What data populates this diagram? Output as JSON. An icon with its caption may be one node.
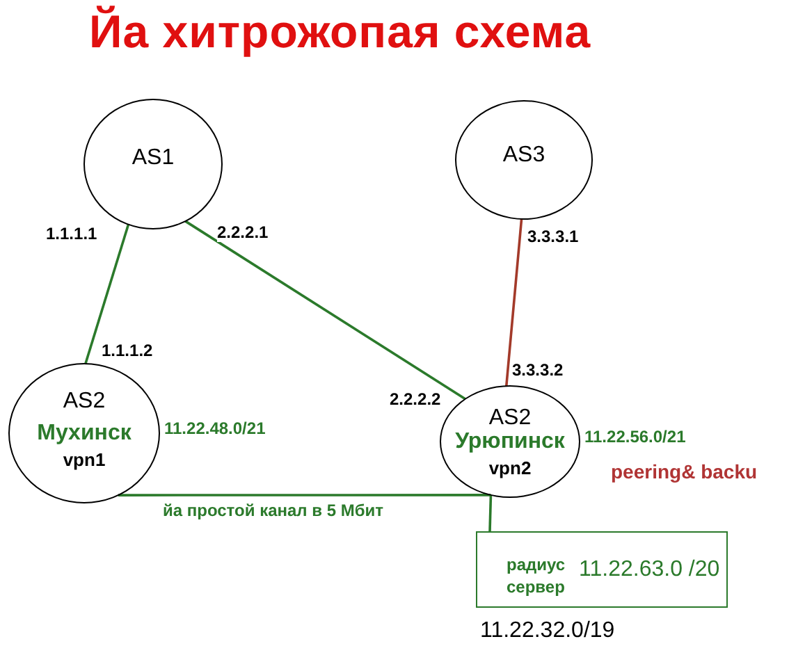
{
  "diagram": {
    "title": "Йа хитрожопая схема",
    "nodes": [
      {
        "text": [
          "AS1"
        ]
      },
      {
        "text": [
          "AS3"
        ]
      },
      {
        "text": [
          "AS2",
          "Мухинск",
          "vpn1"
        ],
        "beside": [
          "11.22.48.0/21"
        ]
      },
      {
        "text": [
          "AS2",
          "Урюпинск",
          "vpn2"
        ],
        "beside": [
          "11.22.56.0/21"
        ]
      },
      {
        "text": [
          "радиус сервер",
          "11.22.63.0 /20"
        ]
      }
    ],
    "edges": [
      {
        "from": 0,
        "to": 2,
        "arrow": "none"
      },
      {
        "from": 0,
        "to": 3,
        "arrow": "none"
      },
      {
        "from": 1,
        "to": 3,
        "arrow": "none",
        "color": "#a33a2a"
      },
      {
        "from": 2,
        "to": 3,
        "arrow": "none",
        "label": "йа простой канал в 5 Мбит"
      },
      {
        "from": 3,
        "to": 4,
        "arrow": "none"
      }
    ],
    "labels": [
      "1.1.1.1",
      "2.2.2.1",
      "3.3.3.1",
      "1.1.1.2",
      "3.3.3.2",
      "2.2.2.2",
      "peering& backu",
      "11.22.32.0/19"
    ]
  }
}
